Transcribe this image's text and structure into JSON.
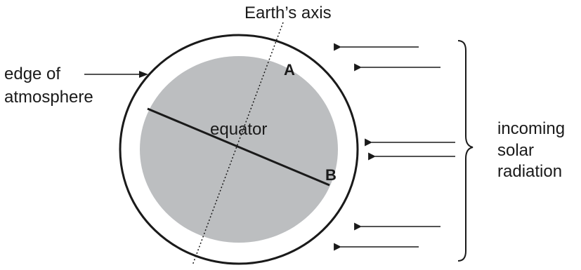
{
  "labels": {
    "axis": "Earth’s axis",
    "atmosphere_line1": "edge of",
    "atmosphere_line2": "atmosphere",
    "equator": "equator",
    "point_a": "A",
    "point_b": "B",
    "radiation_line1": "incoming",
    "radiation_line2": "solar",
    "radiation_line3": "radiation"
  },
  "colors": {
    "earth_fill": "#bcbec0",
    "ink": "#1a1a1a",
    "background": "#ffffff"
  }
}
